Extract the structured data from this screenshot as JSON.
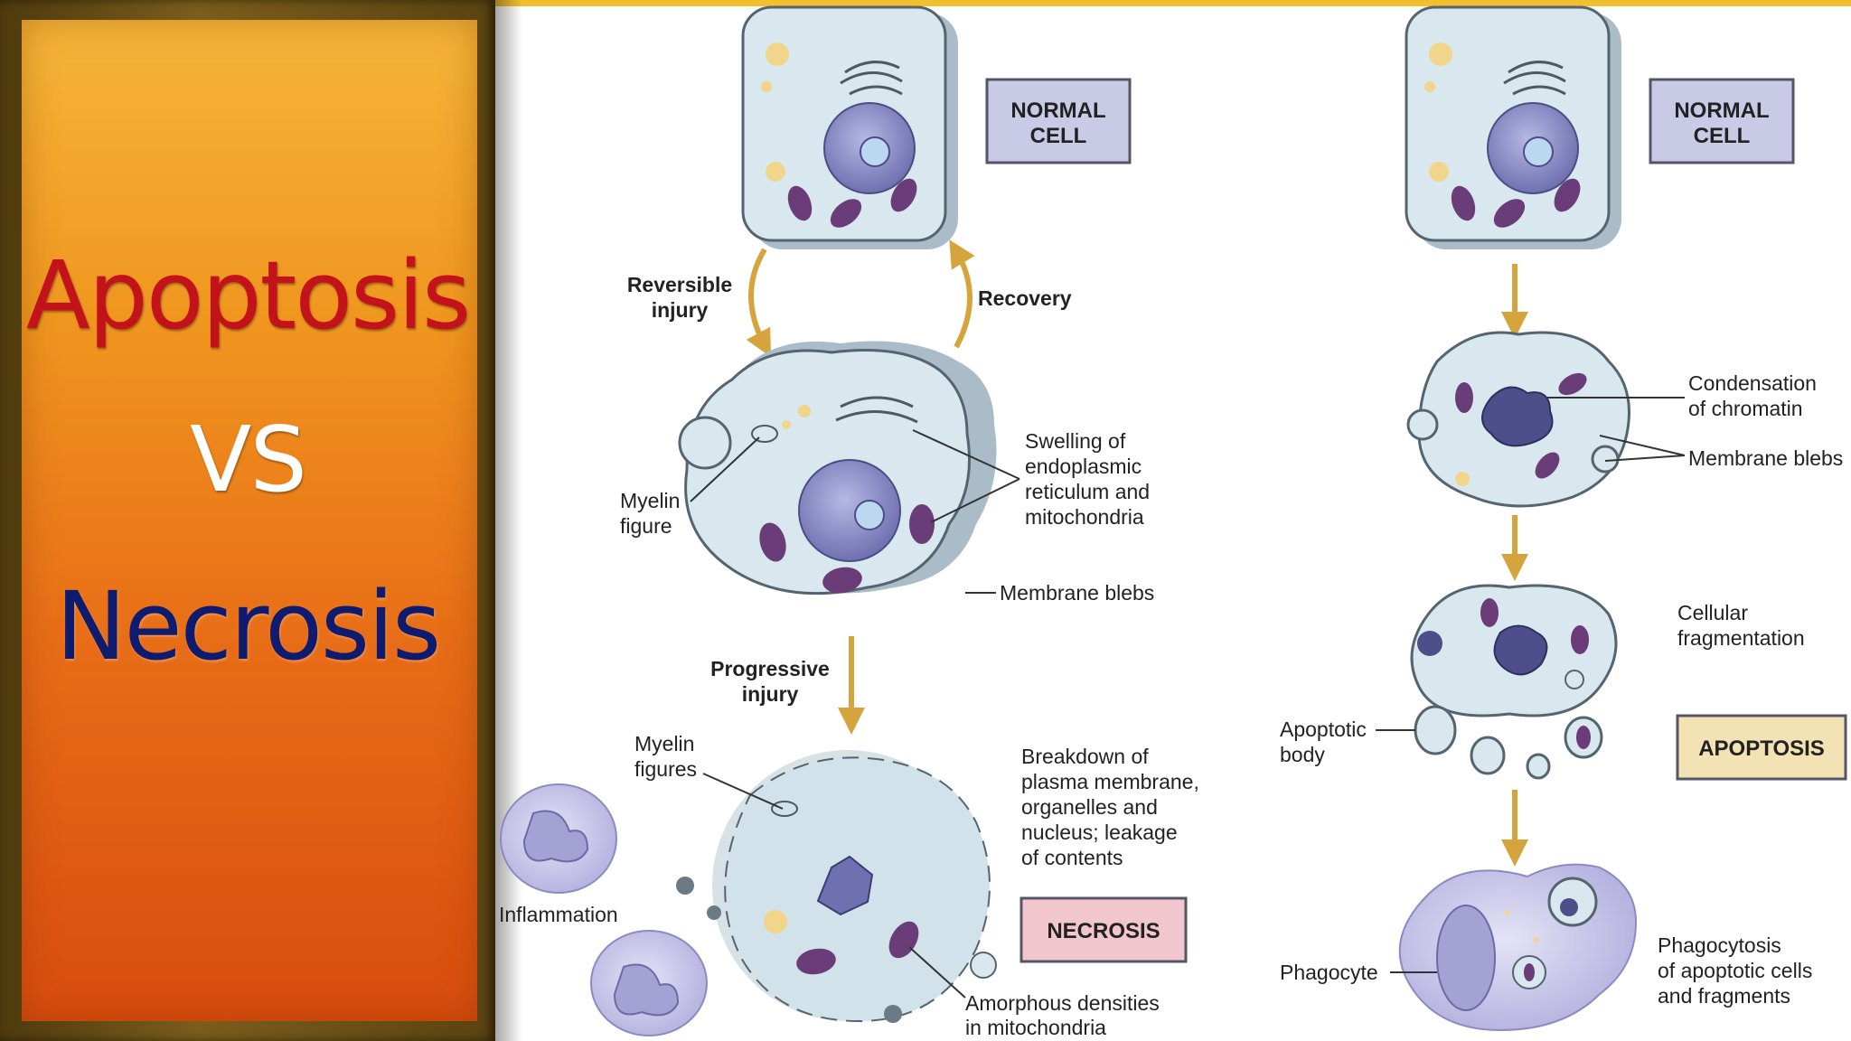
{
  "title": {
    "line1": "Apoptosis",
    "line2": "VS",
    "line3": "Necrosis"
  },
  "necrosis_path": {
    "normal_cell": [
      "NORMAL",
      "CELL"
    ],
    "reversible_injury": [
      "Reversible",
      "injury"
    ],
    "recovery": "Recovery",
    "myelin_figure": [
      "Myelin",
      "figure"
    ],
    "swelling": [
      "Swelling of",
      "endoplasmic",
      "reticulum and",
      "mitochondria"
    ],
    "membrane_blebs": "Membrane blebs",
    "progressive_injury": [
      "Progressive",
      "injury"
    ],
    "myelin_figures": [
      "Myelin",
      "figures"
    ],
    "breakdown": [
      "Breakdown of",
      "plasma membrane,",
      "organelles and",
      "nucleus; leakage",
      "of contents"
    ],
    "inflammation": "Inflammation",
    "necrosis_box": "NECROSIS",
    "amorphous": [
      "Amorphous densities",
      "in mitochondria"
    ]
  },
  "apoptosis_path": {
    "normal_cell": [
      "NORMAL",
      "CELL"
    ],
    "condensation": [
      "Condensation",
      "of chromatin"
    ],
    "membrane_blebs": "Membrane blebs",
    "fragmentation": [
      "Cellular",
      "fragmentation"
    ],
    "apoptotic_body": [
      "Apoptotic",
      "body"
    ],
    "apoptosis_box": "APOPTOSIS",
    "phagocyte": "Phagocyte",
    "phagocytosis": [
      "Phagocytosis",
      "of apoptotic cells",
      "and fragments"
    ]
  },
  "colors": {
    "apoptosis_title": "#c4121b",
    "vs_title": "#ffffff",
    "necrosis_title": "#0f1b6e",
    "panel_orange": "#e86d17",
    "cell_fill": "#d6e6ee",
    "nucleus": "#8e8fc8",
    "mitochondria": "#6a3d78",
    "arrow": "#d6a43c",
    "normal_box": "#c9cbe6",
    "necrosis_box": "#f1c6cc",
    "apoptosis_box": "#f3e2b4"
  }
}
